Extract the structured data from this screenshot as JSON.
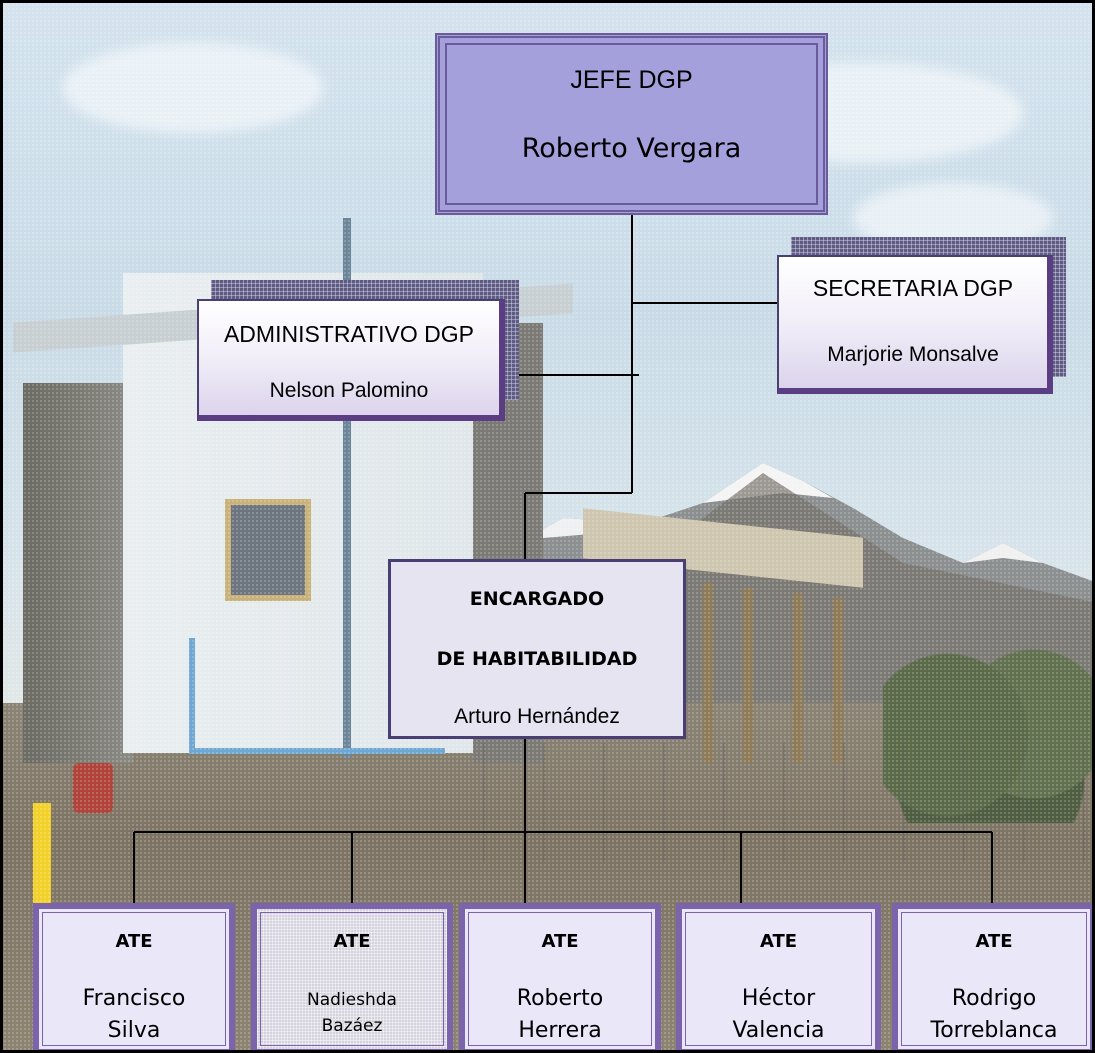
{
  "jefe": {
    "title": "JEFE DGP",
    "name": "Roberto Vergara"
  },
  "administrativo": {
    "title": "ADMINISTRATIVO DGP",
    "name": "Nelson Palomino"
  },
  "secretaria": {
    "title": "SECRETARIA DGP",
    "name": "Marjorie Monsalve"
  },
  "encargado": {
    "line1": "ENCARGADO",
    "line2": "DE HABITABILIDAD",
    "name": "Arturo Hernández"
  },
  "ates": [
    {
      "role": "ATE",
      "first": "Francisco",
      "last": "Silva"
    },
    {
      "role": "ATE",
      "first": "Nadieshda",
      "last": "Bazáez"
    },
    {
      "role": "ATE",
      "first": "Roberto",
      "last": "Herrera"
    },
    {
      "role": "ATE",
      "first": "Héctor",
      "last": "Valencia"
    },
    {
      "role": "ATE",
      "first": "Rodrigo",
      "last": "Torreblanca"
    }
  ],
  "colors": {
    "jefe_fill": "#a4a0dc",
    "box_border": "#7b64ab",
    "shadow": "#5e5b85",
    "ate_fill": "#e9e7f8",
    "connector": "#000000"
  }
}
